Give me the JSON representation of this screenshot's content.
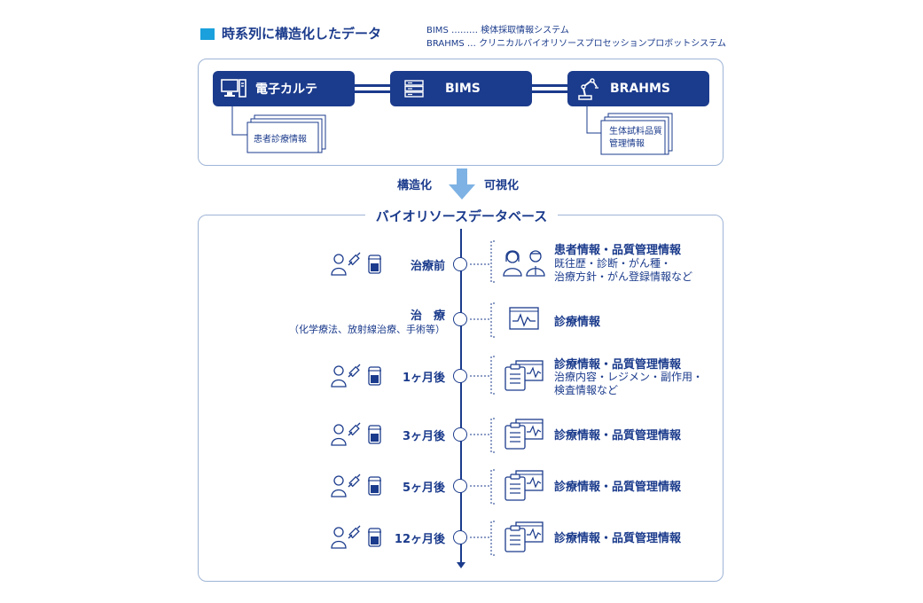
{
  "header": {
    "title": "時系列に構造化したデータ",
    "legend": [
      "BIMS ……… 検体採取情報システム",
      "BRAHMS … クリニカルバイオリソースプロセッションプロボットシステム"
    ]
  },
  "systems": {
    "ehr": {
      "label": "電子カルテ",
      "doc": "患者診療情報"
    },
    "bims": {
      "label": "BIMS"
    },
    "brahms": {
      "label": "BRAHMS",
      "doc_line1": "生体試料品質",
      "doc_line2": "管理情報"
    }
  },
  "transform": {
    "left": "構造化",
    "right": "可視化"
  },
  "database": {
    "title": "バイオリソースデータベース",
    "stages": [
      {
        "label": "治療前",
        "info_title": "患者情報・品質管理情報",
        "detail": [
          "既往歴・診断・がん種・",
          "治療方針・がん登録情報など"
        ]
      },
      {
        "label": "治　療",
        "sub": "（化学療法、放射線治療、手術等）",
        "info_title": "診療情報"
      },
      {
        "label": "1ヶ月後",
        "info_title": "診療情報・品質管理情報",
        "detail": [
          "治療内容・レジメン・副作用・",
          "検査情報など"
        ]
      },
      {
        "label": "3ヶ月後",
        "info_title": "診療情報・品質管理情報"
      },
      {
        "label": "5ヶ月後",
        "info_title": "診療情報・品質管理情報"
      },
      {
        "label": "12ヶ月後",
        "info_title": "診療情報・品質管理情報"
      }
    ]
  }
}
